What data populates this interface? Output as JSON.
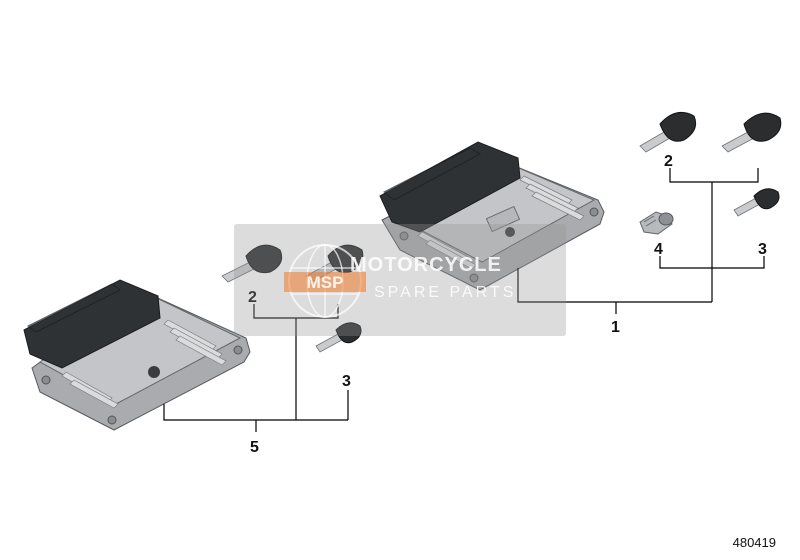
{
  "callouts": {
    "ecu_main": "1",
    "key_left_a": "2",
    "key_right": "2",
    "lock_cylinder": "4",
    "blank_key_right": "3",
    "blank_key_left": "3",
    "ecu_set_left": "5"
  },
  "watermark": {
    "logo_text": "MSP",
    "title": "MOTORCYCLE",
    "subtitle": "SPARE PARTS"
  },
  "diagram_id": "480419",
  "colors": {
    "housing": "#a9abae",
    "connector": "#2f3235",
    "key_head": "#2b2d2f",
    "logo_orange": "#f07a28"
  }
}
